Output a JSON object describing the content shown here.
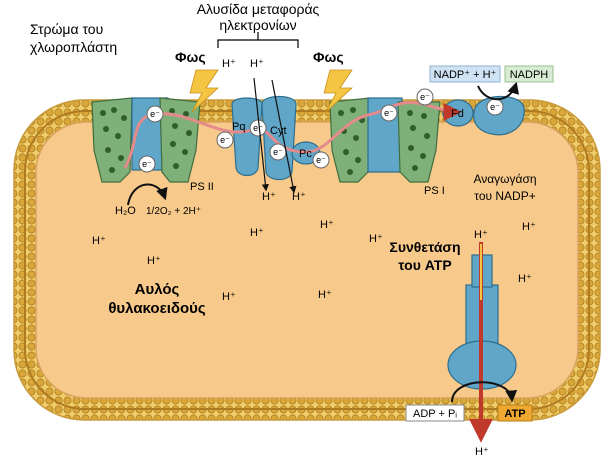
{
  "labels": {
    "stroma": [
      "Στρώμα του",
      "χλωροπλάστη"
    ],
    "etc": [
      "Αλυσίδα μεταφοράς",
      "ηλεκτρονίων"
    ],
    "light": "Φως",
    "lumen": [
      "Αυλός",
      "θυλακοειδούς"
    ],
    "ps2": "PS II",
    "ps1": "PS I",
    "pq": "Pq",
    "cyt": "Cyt",
    "pc": "Pc",
    "fd": "Fd",
    "electron": "e⁻",
    "proton": "H⁺",
    "water": "H₂O",
    "water_split": "1/2O₂ + 2H⁺",
    "nadp_in": "NADP⁺ + H⁺",
    "nadph": "NADPH",
    "reductase": [
      "Αναγωγάση",
      "του NADP+"
    ],
    "atp_synthase": [
      "Συνθετάση",
      "του ATP"
    ],
    "adp": "ADP + Pᵢ",
    "atp": "ATP"
  },
  "colors": {
    "lumen": "#f7c98b",
    "membrane_head": "#d9b64a",
    "membrane_tail": "#b07b20",
    "protein_green": "#7fb07a",
    "protein_blue": "#5fa6c9",
    "arrow_red": "#c0392b",
    "light_bolt": "#f4c542",
    "nadp_box": "#cfe3f5",
    "nadph_box": "#d7ecd2",
    "atp_box": "#f0a830"
  },
  "icons": [
    "lightning-bolt-icon",
    "electron-icon",
    "proton-icon"
  ]
}
